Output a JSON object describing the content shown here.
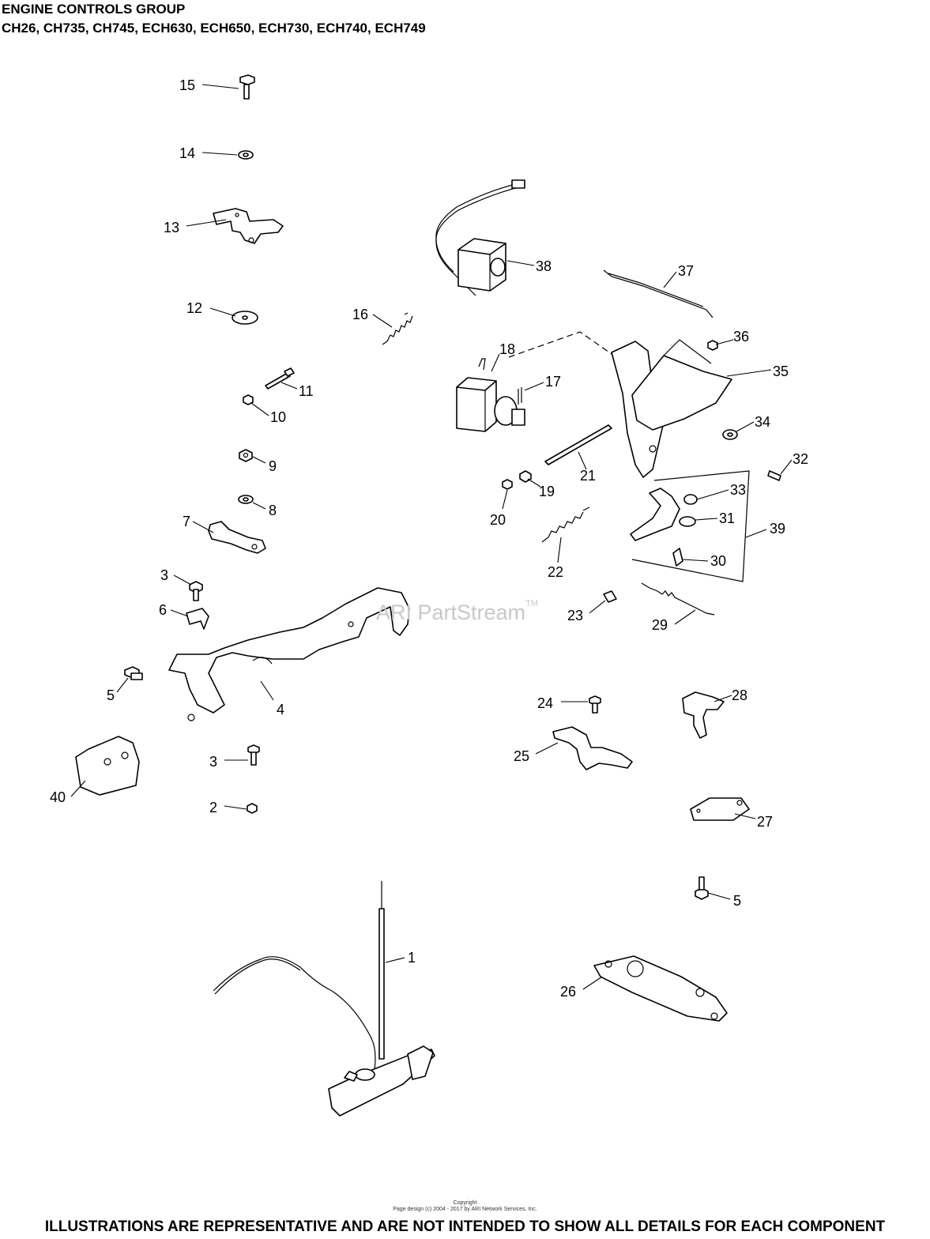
{
  "header": {
    "title": "ENGINE CONTROLS GROUP",
    "models": "CH26, CH735, CH745, ECH630,  ECH650,  ECH730, ECH740, ECH749"
  },
  "watermark": {
    "text": "ARI PartStream",
    "mark": "TM"
  },
  "callouts": [
    "1",
    "2",
    "3",
    "3",
    "4",
    "5",
    "5",
    "6",
    "7",
    "8",
    "9",
    "10",
    "11",
    "12",
    "13",
    "14",
    "15",
    "16",
    "17",
    "18",
    "19",
    "20",
    "21",
    "22",
    "23",
    "24",
    "25",
    "26",
    "27",
    "28",
    "29",
    "30",
    "31",
    "32",
    "33",
    "34",
    "35",
    "36",
    "37",
    "38",
    "39",
    "40"
  ],
  "copyright": {
    "line1": "Copyright",
    "line2": "Page design (c) 2004 - 2017 by ARI Network Services, Inc."
  },
  "footer": {
    "disclaimer": "ILLUSTRATIONS ARE REPRESENTATIVE AND ARE NOT INTENDED TO SHOW ALL DETAILS FOR EACH COMPONENT"
  }
}
